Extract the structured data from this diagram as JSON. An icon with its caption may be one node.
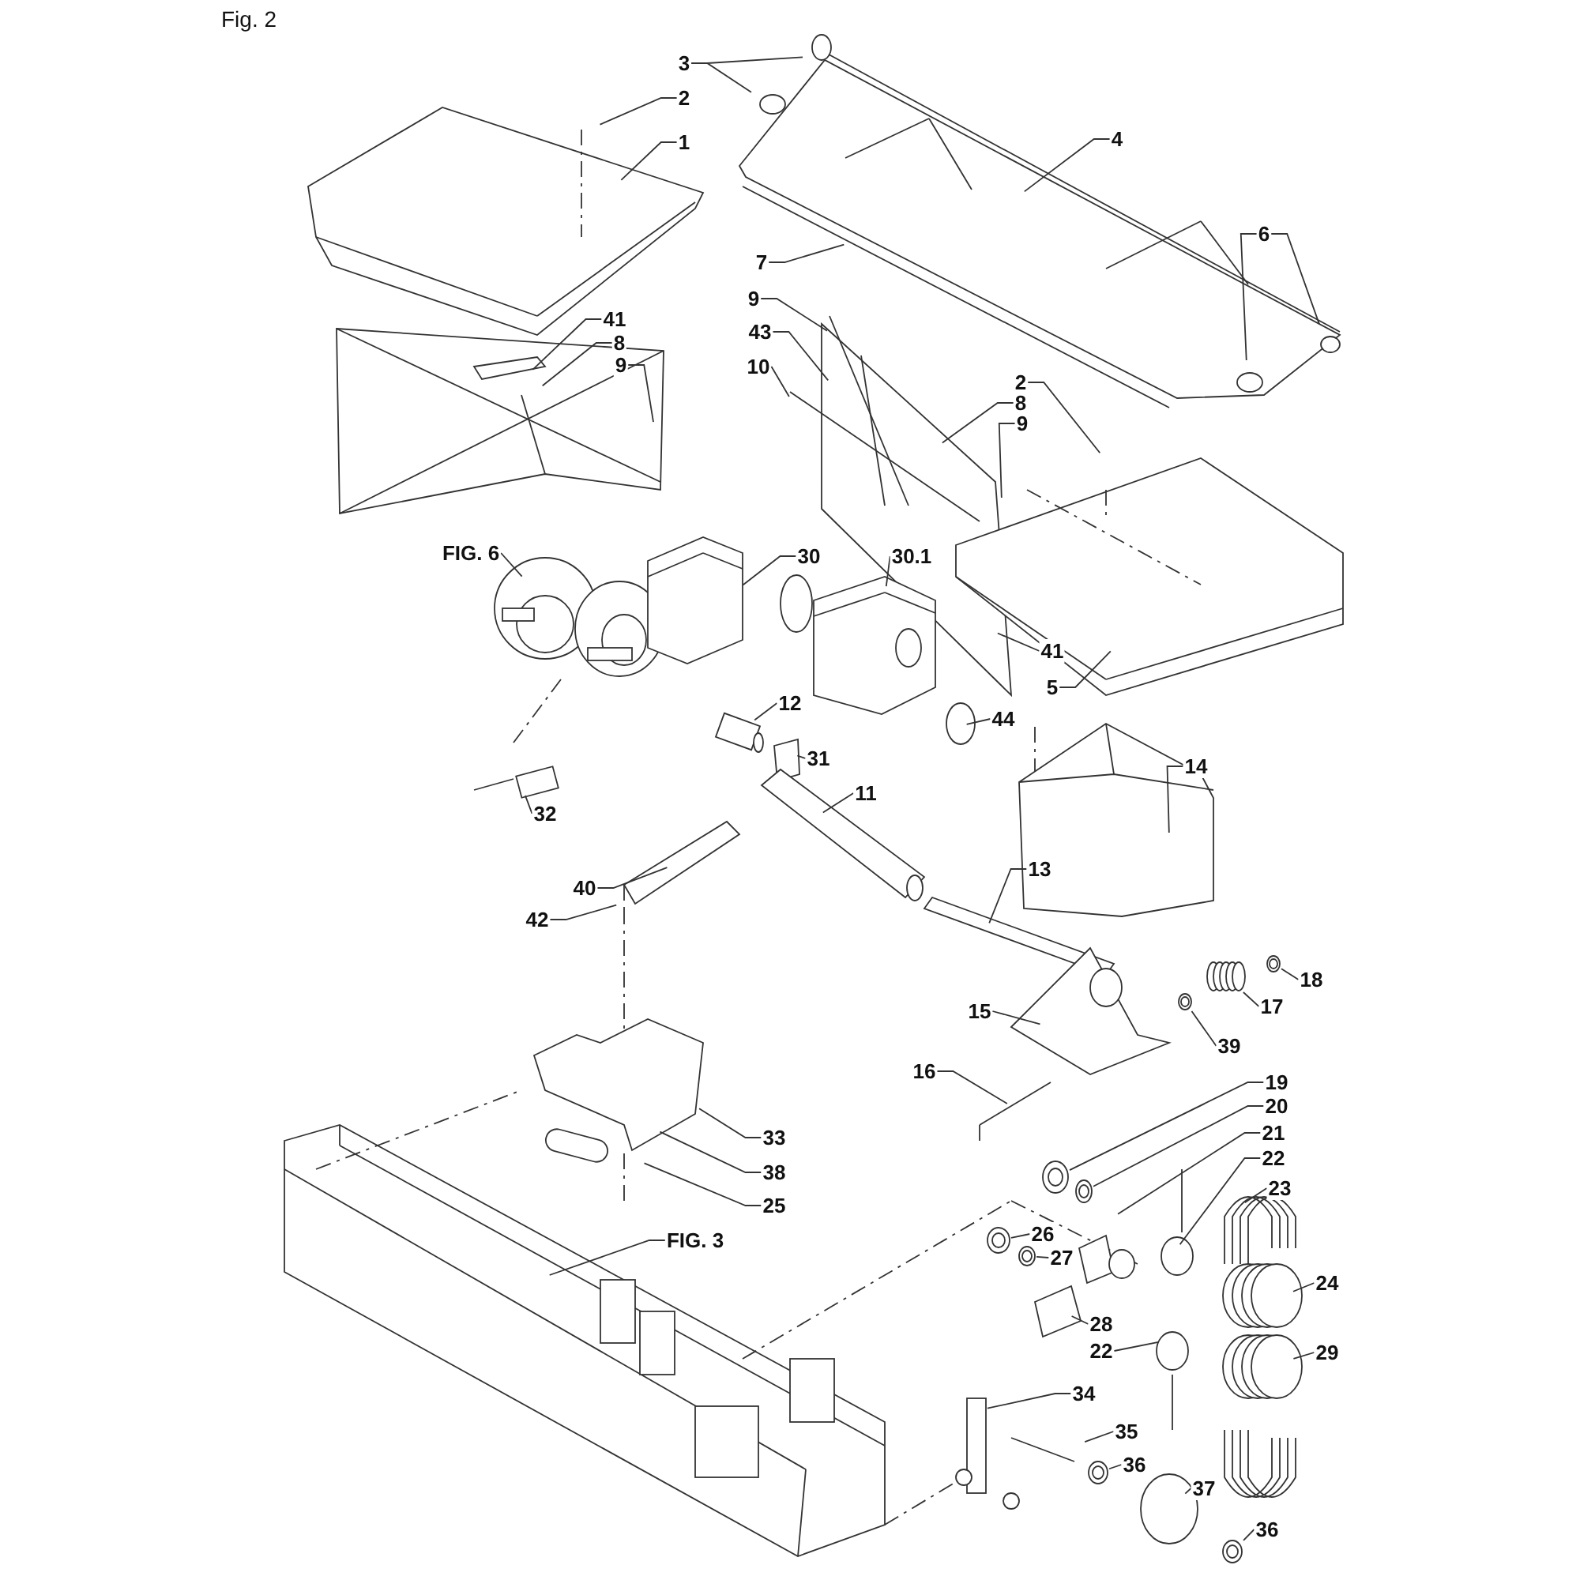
{
  "diagram": {
    "title": "Fig. 2",
    "nodes": [
      {
        "text": [
          "3"
        ]
      },
      {
        "text": [
          "2"
        ]
      },
      {
        "text": [
          "1"
        ]
      },
      {
        "text": [
          "4"
        ]
      },
      {
        "text": [
          "6"
        ]
      },
      {
        "text": [
          "7"
        ]
      },
      {
        "text": [
          "9"
        ]
      },
      {
        "text": [
          "41"
        ]
      },
      {
        "text": [
          "43"
        ]
      },
      {
        "text": [
          "8"
        ]
      },
      {
        "text": [
          "9"
        ]
      },
      {
        "text": [
          "10"
        ]
      },
      {
        "text": [
          "2"
        ]
      },
      {
        "text": [
          "8"
        ]
      },
      {
        "text": [
          "9"
        ]
      },
      {
        "text": [
          "FIG. 6"
        ]
      },
      {
        "text": [
          "30"
        ]
      },
      {
        "text": [
          "30.1"
        ]
      },
      {
        "text": [
          "41"
        ]
      },
      {
        "text": [
          "5"
        ]
      },
      {
        "text": [
          "12"
        ]
      },
      {
        "text": [
          "44"
        ]
      },
      {
        "text": [
          "31"
        ]
      },
      {
        "text": [
          "14"
        ]
      },
      {
        "text": [
          "11"
        ]
      },
      {
        "text": [
          "32"
        ]
      },
      {
        "text": [
          "40"
        ]
      },
      {
        "text": [
          "13"
        ]
      },
      {
        "text": [
          "42"
        ]
      },
      {
        "text": [
          "18"
        ]
      },
      {
        "text": [
          "15"
        ]
      },
      {
        "text": [
          "17"
        ]
      },
      {
        "text": [
          "39"
        ]
      },
      {
        "text": [
          "16"
        ]
      },
      {
        "text": [
          "19"
        ]
      },
      {
        "text": [
          "20"
        ]
      },
      {
        "text": [
          "21"
        ]
      },
      {
        "text": [
          "22"
        ]
      },
      {
        "text": [
          "23"
        ]
      },
      {
        "text": [
          "33"
        ]
      },
      {
        "text": [
          "38"
        ]
      },
      {
        "text": [
          "25"
        ]
      },
      {
        "text": [
          "FIG. 3"
        ]
      },
      {
        "text": [
          "26"
        ]
      },
      {
        "text": [
          "27"
        ]
      },
      {
        "text": [
          "24"
        ]
      },
      {
        "text": [
          "29"
        ]
      },
      {
        "text": [
          "28"
        ]
      },
      {
        "text": [
          "22"
        ]
      },
      {
        "text": [
          "34"
        ]
      },
      {
        "text": [
          "35"
        ]
      },
      {
        "text": [
          "36"
        ]
      },
      {
        "text": [
          "37"
        ]
      },
      {
        "text": [
          "36"
        ]
      },
      {
        "text": [],
        "shape": "circle"
      },
      {
        "text": [],
        "shape": "picture"
      },
      {
        "text": [],
        "shape": "circle"
      },
      {
        "text": [],
        "shape": "circle"
      },
      {
        "text": [],
        "shape": "circle"
      },
      {
        "text": [],
        "shape": "circle"
      },
      {
        "text": [],
        "shape": "circle"
      },
      {
        "text": [],
        "shape": "circle"
      },
      {
        "text": [],
        "shape": "circle"
      }
    ],
    "edges": [
      {
        "from": 0,
        "to": null,
        "arrow": "none"
      },
      {
        "from": 0,
        "to": null,
        "arrow": "none"
      },
      {
        "from": 1,
        "to": null,
        "arrow": "none"
      },
      {
        "from": 2,
        "to": null,
        "arrow": "none"
      },
      {
        "from": 3,
        "to": null,
        "arrow": "none"
      },
      {
        "from": 4,
        "to": null,
        "arrow": "none"
      },
      {
        "from": 4,
        "to": null,
        "arrow": "none"
      },
      {
        "from": 5,
        "to": null,
        "arrow": "none"
      },
      {
        "from": 6,
        "to": null,
        "arrow": "none"
      },
      {
        "from": 7,
        "to": null,
        "arrow": "none"
      },
      {
        "from": 8,
        "to": null,
        "arrow": "none"
      },
      {
        "from": 9,
        "to": null,
        "arrow": "none"
      },
      {
        "from": 10,
        "to": null,
        "arrow": "none"
      },
      {
        "from": 11,
        "to": null,
        "arrow": "none"
      },
      {
        "from": 12,
        "to": null,
        "arrow": "none"
      },
      {
        "from": 13,
        "to": null,
        "arrow": "none"
      },
      {
        "from": 14,
        "to": null,
        "arrow": "none"
      },
      {
        "from": 15,
        "to": null,
        "arrow": "none"
      },
      {
        "from": 16,
        "to": null,
        "arrow": "none"
      },
      {
        "from": 17,
        "to": null,
        "arrow": "none"
      },
      {
        "from": 18,
        "to": null,
        "arrow": "none"
      },
      {
        "from": 19,
        "to": null,
        "arrow": "none"
      },
      {
        "from": 20,
        "to": null,
        "arrow": "none"
      },
      {
        "from": 21,
        "to": null,
        "arrow": "none"
      },
      {
        "from": 22,
        "to": null,
        "arrow": "none"
      },
      {
        "from": 23,
        "to": null,
        "arrow": "none"
      },
      {
        "from": 24,
        "to": null,
        "arrow": "none"
      },
      {
        "from": 25,
        "to": null,
        "arrow": "none"
      },
      {
        "from": 26,
        "to": null,
        "arrow": "none"
      },
      {
        "from": 27,
        "to": null,
        "arrow": "none"
      },
      {
        "from": 28,
        "to": null,
        "arrow": "none"
      },
      {
        "from": 29,
        "to": 54,
        "arrow": "none"
      },
      {
        "from": 30,
        "to": null,
        "arrow": "none"
      },
      {
        "from": 31,
        "to": 55,
        "arrow": "none"
      },
      {
        "from": 32,
        "to": 56,
        "arrow": "none"
      },
      {
        "from": 33,
        "to": null,
        "arrow": "none"
      },
      {
        "from": 34,
        "to": 57,
        "arrow": "none"
      },
      {
        "from": 35,
        "to": 58,
        "arrow": "none"
      },
      {
        "from": 36,
        "to": null,
        "arrow": "none"
      },
      {
        "from": 37,
        "to": null,
        "arrow": "none"
      },
      {
        "from": 38,
        "to": null,
        "arrow": "none"
      },
      {
        "from": 39,
        "to": null,
        "arrow": "none"
      },
      {
        "from": 40,
        "to": null,
        "arrow": "none"
      },
      {
        "from": 41,
        "to": null,
        "arrow": "none"
      },
      {
        "from": 42,
        "to": null,
        "arrow": "none"
      },
      {
        "from": 43,
        "to": 59,
        "arrow": "none"
      },
      {
        "from": 44,
        "to": 60,
        "arrow": "none"
      },
      {
        "from": 45,
        "to": null,
        "arrow": "none"
      },
      {
        "from": 46,
        "to": null,
        "arrow": "none"
      },
      {
        "from": 47,
        "to": null,
        "arrow": "none"
      },
      {
        "from": 48,
        "to": null,
        "arrow": "none"
      },
      {
        "from": 49,
        "to": null,
        "arrow": "none"
      },
      {
        "from": 50,
        "to": null,
        "arrow": "none"
      },
      {
        "from": 51,
        "to": 61,
        "arrow": "none"
      },
      {
        "from": 52,
        "to": null,
        "arrow": "none"
      },
      {
        "from": 53,
        "to": 62,
        "arrow": "none"
      }
    ]
  }
}
